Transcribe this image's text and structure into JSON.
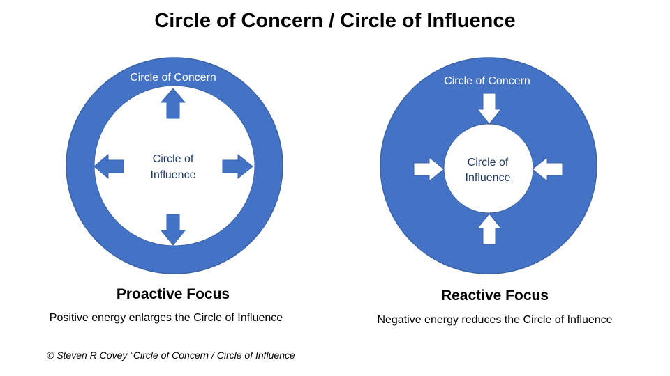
{
  "title": "Circle of Concern / Circle of Influence",
  "colors": {
    "circle_fill": "#4472c4",
    "circle_stroke": "#3a62a8",
    "inner_fill": "#ffffff",
    "outer_label_text": "#ffffff",
    "inner_label_text": "#1f3864",
    "arrow_on_white": "#4472c4",
    "arrow_on_blue": "#ffffff",
    "text": "#000000"
  },
  "proactive": {
    "outer_label": "Circle of Concern",
    "inner_label_line1": "Circle of",
    "inner_label_line2": "Influence",
    "arrow_direction": "outward",
    "heading": "Proactive Focus",
    "description": "Positive energy enlarges the Circle of Influence"
  },
  "reactive": {
    "outer_label": "Circle of Concern",
    "inner_label_line1": "Circle of",
    "inner_label_line2": "Influence",
    "arrow_direction": "inward",
    "heading": "Reactive Focus",
    "description": "Negative energy reduces the Circle of Influence"
  },
  "copyright": "© Steven R Covey “Circle of Concern / Circle of Influence"
}
